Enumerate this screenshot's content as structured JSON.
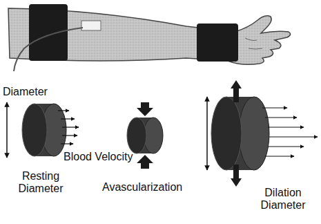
{
  "diagram": {
    "labels": [
      "Diameter",
      "Blood Velocity",
      "Resting Diameter",
      "Avascularization",
      "Dilation Diameter"
    ]
  }
}
